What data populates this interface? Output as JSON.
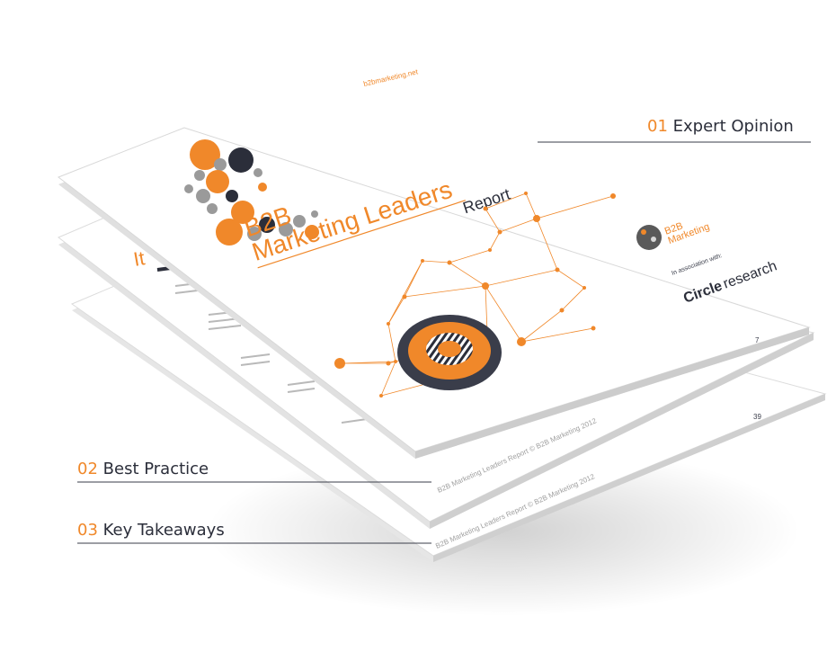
{
  "callouts": [
    {
      "number": "01",
      "label": "Expert Opinion"
    },
    {
      "number": "02",
      "label": "Best Practice"
    },
    {
      "number": "03",
      "label": "Key Takeaways"
    }
  ],
  "report": {
    "site": "b2bmarketing.net",
    "title_line1": "B2B",
    "title_line2": "Marketing Leaders",
    "title_line3": "Report",
    "partner_label": "In association with:",
    "partner_name": "Circle",
    "partner_name_suffix": "research",
    "brand_line1": "B2B",
    "brand_line2": "Marketing"
  },
  "pages": {
    "top_page_number": "7",
    "middle_page_number": "39",
    "footer_text": "B2B Marketing Leaders Report © B2B Marketing 2012"
  },
  "colors": {
    "accent": "#f0882a",
    "dark": "#3a3d4a",
    "grey": "#8a8a8a"
  }
}
